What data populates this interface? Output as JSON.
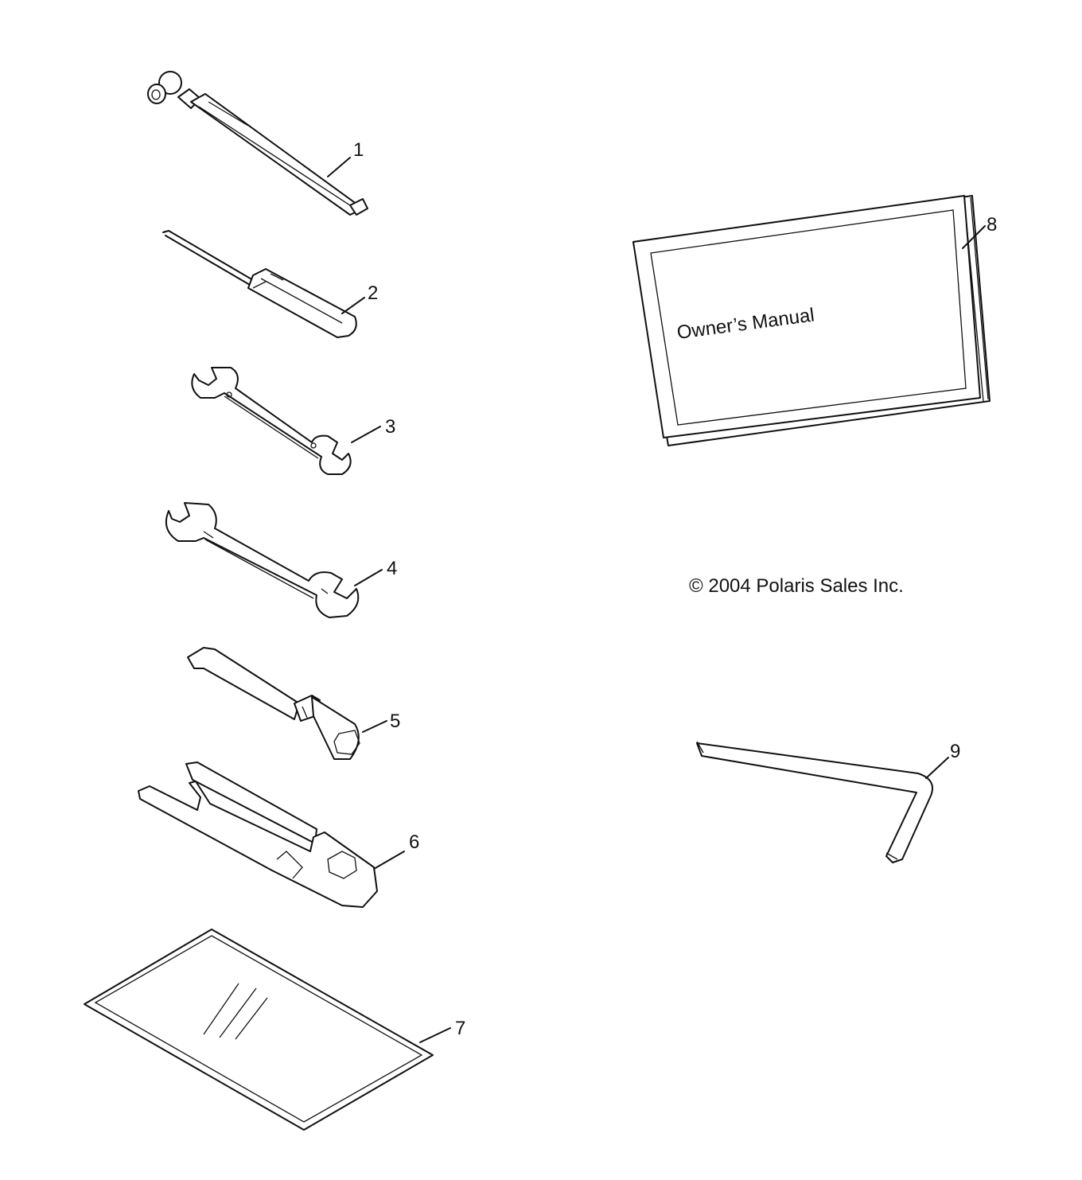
{
  "parts": [
    {
      "ref": "1",
      "callout": "1",
      "icon": "tire-pressure-gauge-icon"
    },
    {
      "ref": "2",
      "callout": "2",
      "icon": "screwdriver-icon"
    },
    {
      "ref": "3",
      "callout": "3",
      "icon": "open-end-wrench-small-icon"
    },
    {
      "ref": "4",
      "callout": "4",
      "icon": "open-end-wrench-large-icon"
    },
    {
      "ref": "5",
      "callout": "5",
      "icon": "spark-plug-socket-icon"
    },
    {
      "ref": "6",
      "callout": "6",
      "icon": "tool-holder-wrench-icon"
    },
    {
      "ref": "7",
      "callout": "7",
      "icon": "plastic-bag-icon"
    },
    {
      "ref": "8",
      "callout": "8",
      "icon": "owners-manual-icon"
    },
    {
      "ref": "9",
      "callout": "9",
      "icon": "hex-key-icon"
    }
  ],
  "manual_cover_text": "Owner’s Manual",
  "copyright": "© 2004 Polaris Sales Inc."
}
